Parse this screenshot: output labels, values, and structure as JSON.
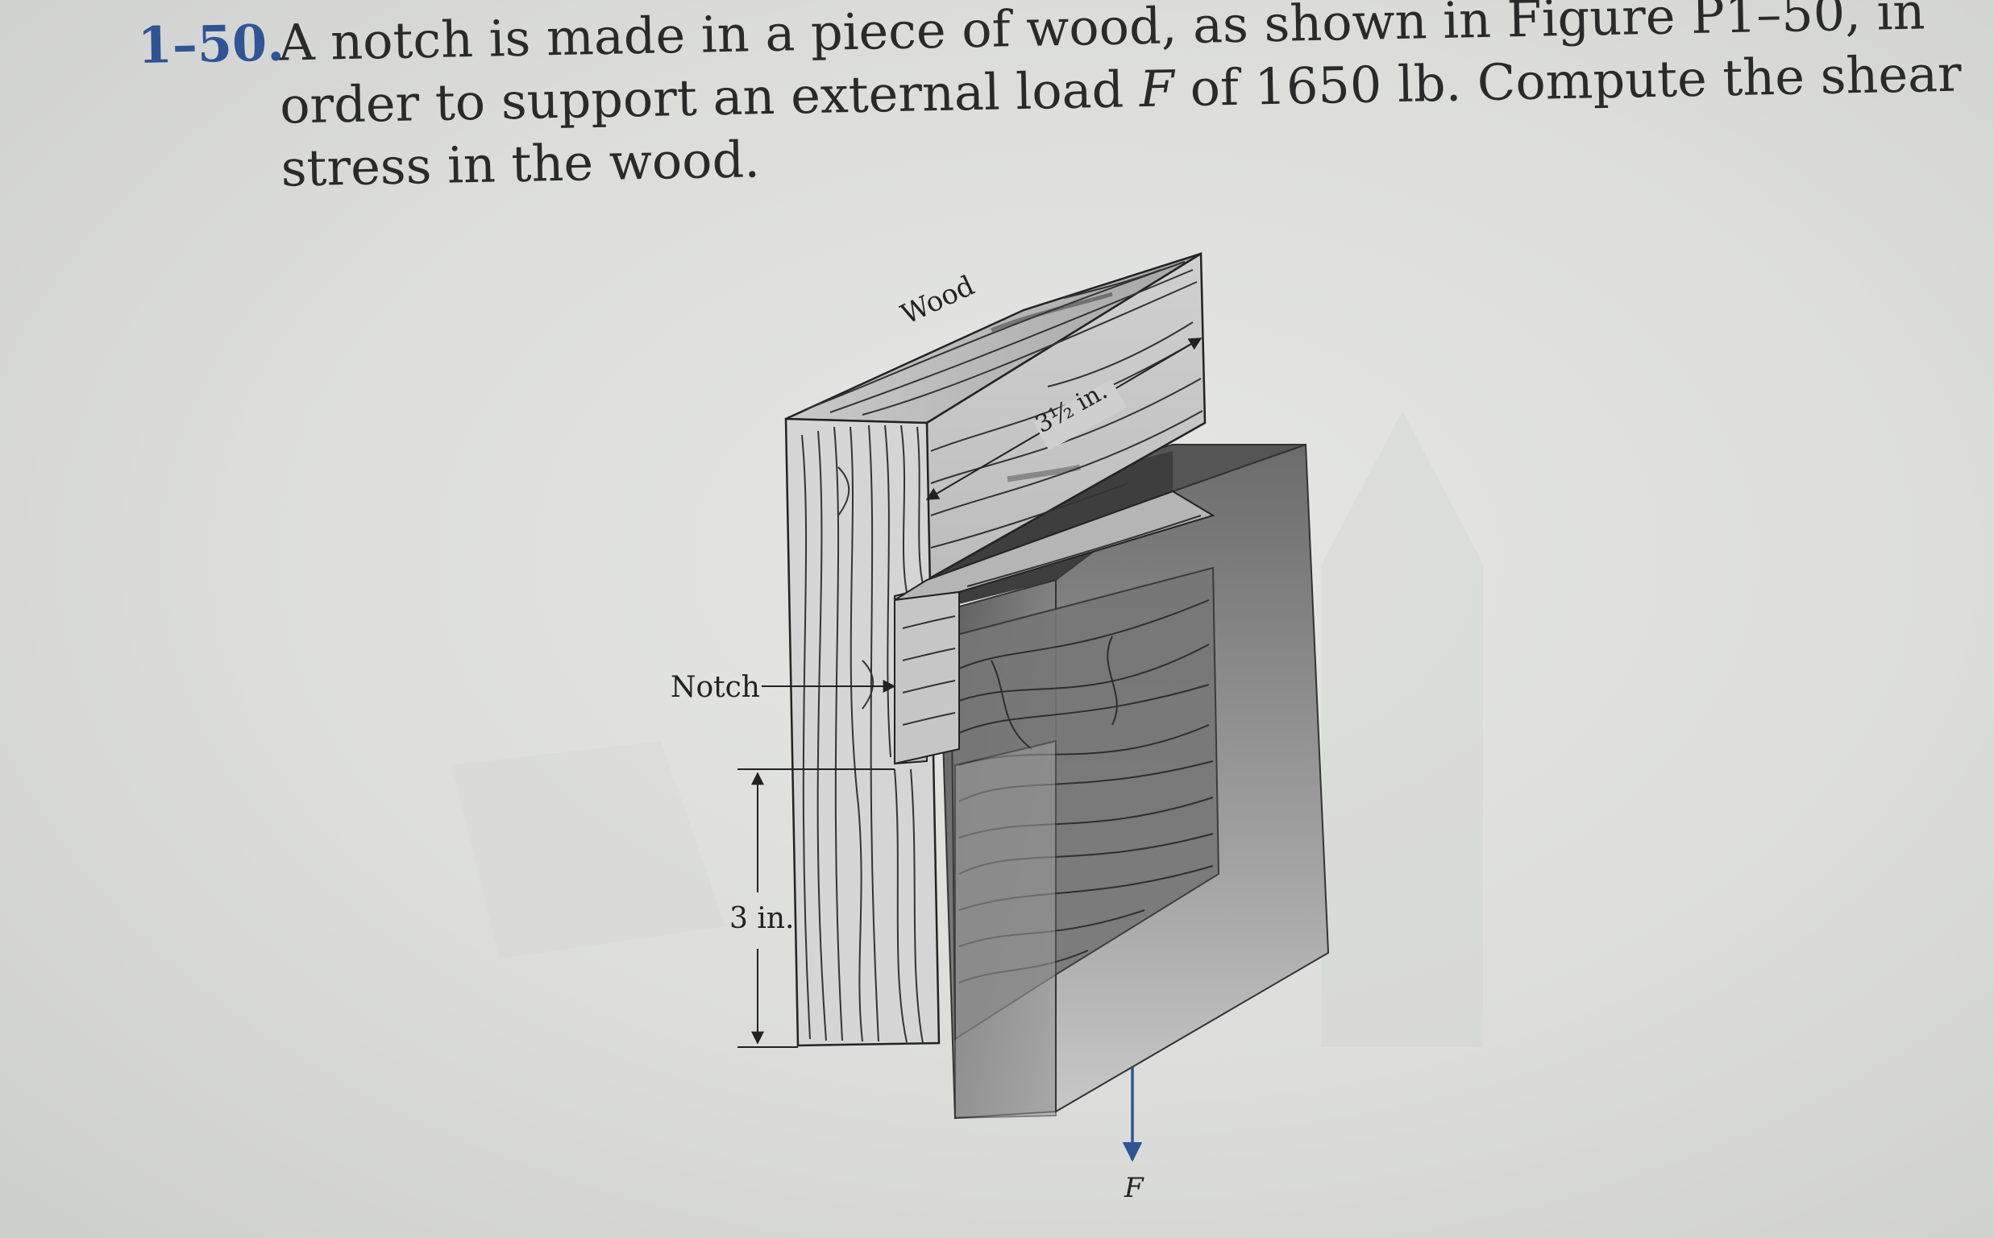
{
  "problem": {
    "number": "1–50.",
    "line1": "A notch is made in a piece of wood, as shown in Figure P1–50, in",
    "line2_pre": "order to support an external load ",
    "line2_var": "F",
    "line2_post": " of 1650 lb. Compute the shear",
    "line3": "stress in the wood."
  },
  "figure": {
    "label_wood": "Wood",
    "label_width": "3½ in.",
    "label_notch": "Notch",
    "label_height": "3 in.",
    "label_force": "F"
  },
  "colors": {
    "problem_number": "#2f5596",
    "force_arrow": "#2f5596"
  }
}
